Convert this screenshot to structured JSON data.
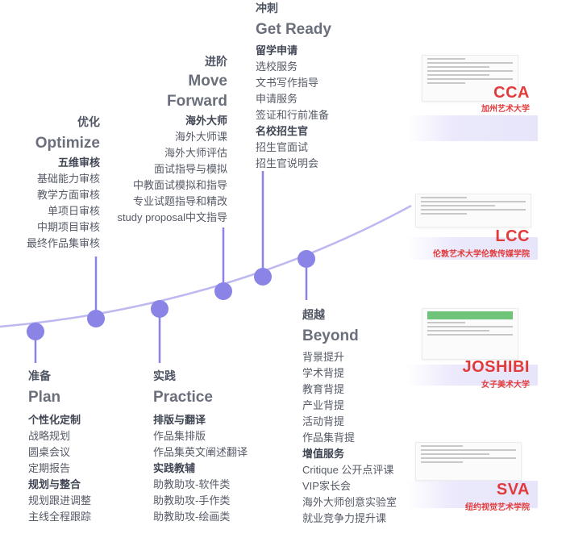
{
  "colors": {
    "accent": "#8a84e6",
    "curve": "#bdb8ef",
    "brand_red": "#e23b3b",
    "band": "#e8e6fa",
    "text": "#555a66",
    "heading": "#6a6f7b"
  },
  "stages": [
    {
      "id": "plan",
      "cn": "准备",
      "en": "Plan",
      "sections": [
        {
          "title": "个性化定制",
          "items": [
            "战略规划",
            "圆桌会议",
            "定期报告"
          ]
        },
        {
          "title": "规划与整合",
          "items": [
            "规划跟进调整",
            "主线全程跟踪"
          ]
        }
      ]
    },
    {
      "id": "optimize",
      "cn": "优化",
      "en": "Optimize",
      "sections": [
        {
          "title": "五维审核",
          "items": [
            "基础能力审核",
            "教学方面审核",
            "单项日审核",
            "中期项目审核",
            "最终作品集审核"
          ]
        }
      ]
    },
    {
      "id": "practice",
      "cn": "实践",
      "en": "Practice",
      "sections": [
        {
          "title": "排版与翻译",
          "items": [
            "作品集排版",
            "作品集英文阐述翻译"
          ]
        },
        {
          "title": "实践教辅",
          "items": [
            "助教助攻-软件类",
            "助教助攻-手作类",
            "助教助攻-绘画类"
          ]
        }
      ]
    },
    {
      "id": "move-forward",
      "cn": "进阶",
      "en_lines": [
        "Move",
        "Forward"
      ],
      "sections": [
        {
          "title": "海外大师",
          "items": [
            "海外大师课",
            "海外大师评估",
            "面试指导与模拟",
            "中教面试模拟和指导",
            "专业试题指导和精改",
            "study proposal中文指导"
          ]
        }
      ]
    },
    {
      "id": "get-ready",
      "cn": "冲刺",
      "en": "Get Ready",
      "sections": [
        {
          "title": "留学申请",
          "items": [
            "选校服务",
            "文书写作指导",
            "申请服务",
            "签证和行前准备"
          ]
        },
        {
          "title": "名校招生官",
          "items": [
            "招生官面试",
            "招生官说明会"
          ]
        }
      ]
    },
    {
      "id": "beyond",
      "cn": "超越",
      "en": "Beyond",
      "sections": [
        {
          "title": "背景提升",
          "items": [
            "学术背提",
            "教育背提",
            "产业背提",
            "活动背提",
            "作品集背提"
          ]
        },
        {
          "title": "增值服务",
          "items": [
            "Critique 公开点评课",
            "VIP家长会",
            "海外大师创意实验室",
            "就业竞争力提升课"
          ]
        }
      ]
    }
  ],
  "schools": [
    {
      "abbr": "CCA",
      "name": "加州艺术大学"
    },
    {
      "abbr": "LCC",
      "name": "伦敦艺术大学伦敦传媒学院"
    },
    {
      "abbr": "JOSHIBI",
      "name": "女子美术大学"
    },
    {
      "abbr": "SVA",
      "name": "纽约视觉艺术学院"
    }
  ]
}
